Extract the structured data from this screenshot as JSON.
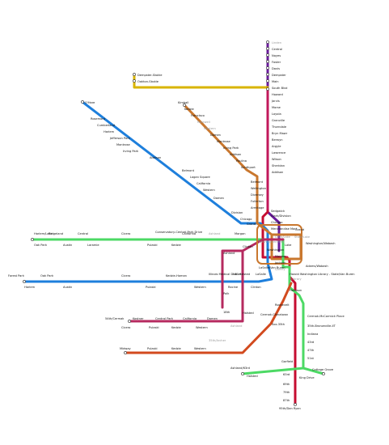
{
  "map": {
    "colors": {
      "red": "#c60c30",
      "blue": "#1e7fdc",
      "brown": "#c9772e",
      "green": "#4cd964",
      "orange": "#d24a1e",
      "pink": "#b62a5f",
      "purple": "#6a1b9a",
      "yellow": "#d9b400",
      "magenta": "#c2185b"
    },
    "labels": [
      "Linden",
      "Central",
      "Noyes",
      "Foster",
      "Davis",
      "Dempster",
      "Main",
      "South Blvd",
      "Howard",
      "Jarvis",
      "Morse",
      "Loyola",
      "Granville",
      "Thorndale",
      "Bryn Mawr",
      "Berwyn",
      "Argyle",
      "Lawrence",
      "Wilson",
      "Sheridan",
      "Addison",
      "Belmont",
      "Wellington",
      "Diversey",
      "Fullerton",
      "Armitage",
      "Sedgwick",
      "Clark/Division",
      "Chicago",
      "Grand",
      "Merchandise Mart",
      "Dempster-Skokie",
      "Oakton-Skokie",
      "O'Hare",
      "Rosemont",
      "Cumberland",
      "Harlem",
      "Jefferson Park",
      "Montrose",
      "Irving Park",
      "Addison",
      "Belmont",
      "Logan Square",
      "California",
      "Western",
      "Damen",
      "Division",
      "Chicago",
      "Grand",
      "Kimball",
      "Kedzie",
      "Francisco",
      "Rockwell",
      "Western",
      "Damen",
      "Montrose",
      "Irving Park",
      "Addison",
      "Paulina",
      "Southport",
      "Harlem/Lake",
      "Oak Park",
      "Ridgeland",
      "Austin",
      "Central",
      "Laramie",
      "Cicero",
      "Pulaski",
      "Conservatory-Central Park Drive",
      "Kedzie",
      "California",
      "Ashland",
      "Morgan",
      "Clinton",
      "Forest Park",
      "Harlem",
      "Oak Park",
      "Austin",
      "Cicero",
      "Pulaski",
      "Kedzie-Homan",
      "Western",
      "Illinois Medical District",
      "Racine",
      "UIC-Halsted",
      "Clinton",
      "54th/Cermak",
      "Cicero",
      "Kostner",
      "Pulaski",
      "Central Park",
      "Kedzie",
      "California",
      "Western",
      "Damen",
      "18th",
      "Polk",
      "Ashland",
      "Midway",
      "Pulaski",
      "Kedzie",
      "Western",
      "35th/Archer",
      "Ashland",
      "Halsted",
      "Roosevelt",
      "Cermak-Chinatown",
      "Cermak-McCormick Place",
      "Sox-35th",
      "35th-Bronzeville-IIT",
      "Indiana",
      "43rd",
      "47th",
      "51st",
      "Garfield",
      "Cottage Grove",
      "Ashland/63rd",
      "Halsted",
      "King Drive",
      "63rd",
      "69th",
      "79th",
      "87th",
      "95th/Dan Ryan",
      "Washington",
      "Lake",
      "Monroe",
      "Jackson",
      "LaSalle",
      "Harold Washington Library - State/Van Buren",
      "Adams/Wabash",
      "Washington/Wabash",
      "State/Lake",
      "Clark/Lake",
      "Quincy",
      "LaSalle/Van Buren",
      "Washington/Wells",
      "Library",
      "Harrison"
    ]
  }
}
